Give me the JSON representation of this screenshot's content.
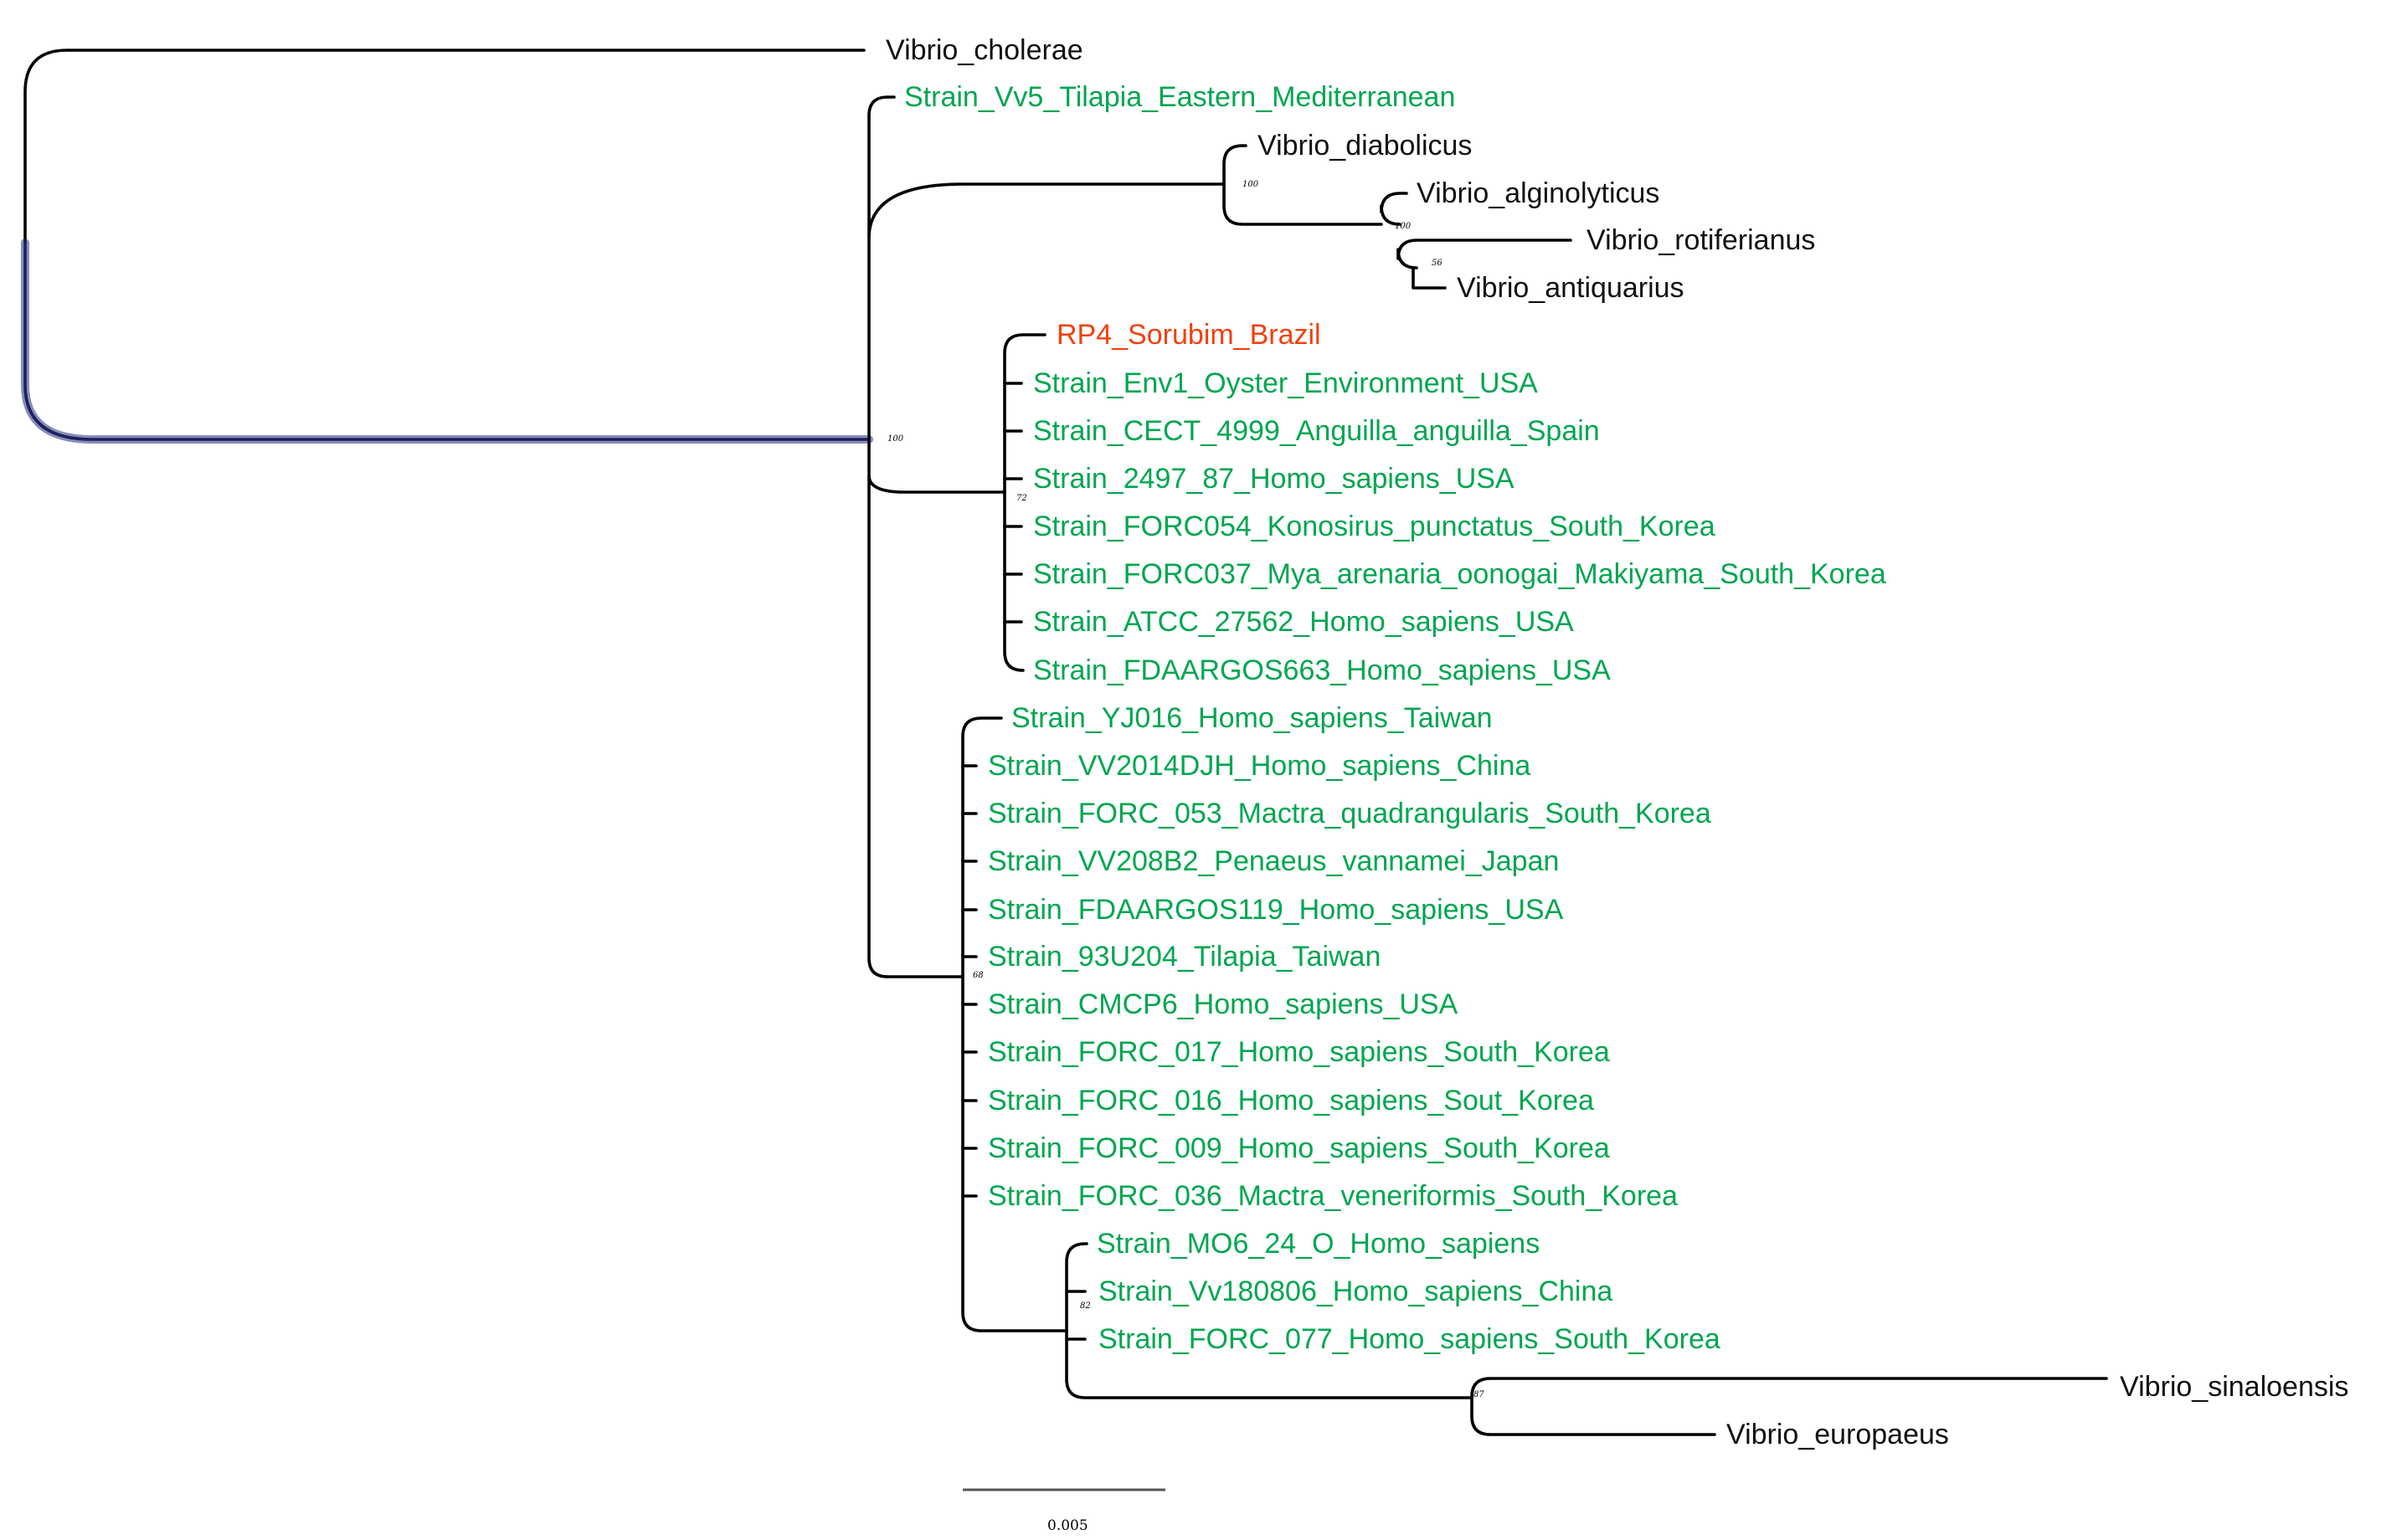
{
  "colors": {
    "black": "#111111",
    "green": "#00a650",
    "orange": "#f2400f",
    "root_highlight": "#27307a"
  },
  "taxa": [
    {
      "label": "Vibrio_cholerae",
      "color": "black"
    },
    {
      "label": "Strain_Vv5_Tilapia_Eastern_Mediterranean",
      "color": "green"
    },
    {
      "label": "Vibrio_diabolicus",
      "color": "black"
    },
    {
      "label": "Vibrio_alginolyticus",
      "color": "black"
    },
    {
      "label": "Vibrio_rotiferianus",
      "color": "black"
    },
    {
      "label": "Vibrio_antiquarius",
      "color": "black"
    },
    {
      "label": "RP4_Sorubim_Brazil",
      "color": "orange"
    },
    {
      "label": "Strain_Env1_Oyster_Environment_USA",
      "color": "green"
    },
    {
      "label": "Strain_CECT_4999_Anguilla_anguilla_Spain",
      "color": "green"
    },
    {
      "label": "Strain_2497_87_Homo_sapiens_USA",
      "color": "green"
    },
    {
      "label": "Strain_FORC054_Konosirus_punctatus_South_Korea",
      "color": "green"
    },
    {
      "label": "Strain_FORC037_Mya_arenaria_oonogai_Makiyama_South_Korea",
      "color": "green"
    },
    {
      "label": "Strain_ATCC_27562_Homo_sapiens_USA",
      "color": "green"
    },
    {
      "label": "Strain_FDAARGOS663_Homo_sapiens_USA",
      "color": "green"
    },
    {
      "label": "Strain_YJ016_Homo_sapiens_Taiwan",
      "color": "green"
    },
    {
      "label": "Strain_VV2014DJH_Homo_sapiens_China",
      "color": "green"
    },
    {
      "label": "Strain_FORC_053_Mactra_quadrangularis_South_Korea",
      "color": "green"
    },
    {
      "label": "Strain_VV208B2_Penaeus_vannamei_Japan",
      "color": "green"
    },
    {
      "label": "Strain_FDAARGOS119_Homo_sapiens_USA",
      "color": "green"
    },
    {
      "label": "Strain_93U204_Tilapia_Taiwan",
      "color": "green"
    },
    {
      "label": "Strain_CMCP6_Homo_sapiens_USA",
      "color": "green"
    },
    {
      "label": "Strain_FORC_017_Homo_sapiens_South_Korea",
      "color": "green"
    },
    {
      "label": "Strain_FORC_016_Homo_sapiens_Sout_Korea",
      "color": "green"
    },
    {
      "label": "Strain_FORC_009_Homo_sapiens_South_Korea",
      "color": "green"
    },
    {
      "label": "Strain_FORC_036_Mactra_veneriformis_South_Korea",
      "color": "green"
    },
    {
      "label": "Strain_MO6_24_O_Homo_sapiens",
      "color": "green"
    },
    {
      "label": "Strain_Vv180806_Homo_sapiens_China",
      "color": "green"
    },
    {
      "label": "Strain_FORC_077_Homo_sapiens_South_Korea",
      "color": "green"
    },
    {
      "label": "Vibrio_sinaloensis",
      "color": "black"
    },
    {
      "label": "Vibrio_europaeus",
      "color": "black"
    }
  ],
  "support_values": [
    "100",
    "100",
    "100",
    "56",
    "72",
    "68",
    "82",
    "87"
  ],
  "scale_bar": {
    "label": "0.005"
  }
}
